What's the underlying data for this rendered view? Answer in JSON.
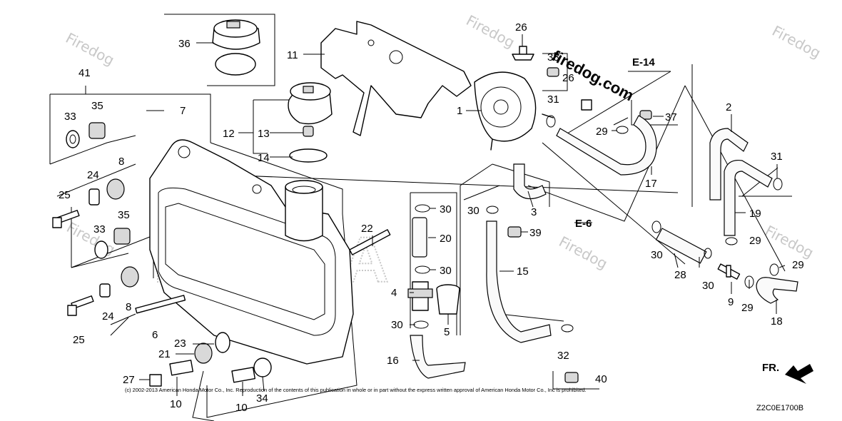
{
  "diagram": {
    "callouts": {
      "c1": "1",
      "c2": "2",
      "c3": "3",
      "c4": "4",
      "c5": "5",
      "c6": "6",
      "c7": "7",
      "c8a": "8",
      "c8b": "8",
      "c9": "9",
      "c10a": "10",
      "c10b": "10",
      "c11": "11",
      "c12": "12",
      "c13": "13",
      "c14": "14",
      "c15": "15",
      "c16": "16",
      "c17": "17",
      "c18": "18",
      "c19": "19",
      "c20": "20",
      "c21": "21",
      "c22": "22",
      "c23": "23",
      "c24a": "24",
      "c24b": "24",
      "c25a": "25",
      "c25b": "25",
      "c26a": "26",
      "c26b": "26",
      "c27": "27",
      "c28": "28",
      "c29a": "29",
      "c29b": "29",
      "c29c": "29",
      "c29d": "29",
      "c30a": "30",
      "c30b": "30",
      "c30c": "30",
      "c30d": "30",
      "c30e": "30",
      "c30f": "30",
      "c31a": "31",
      "c31b": "31",
      "c32": "32",
      "c33a": "33",
      "c33b": "33",
      "c34": "34",
      "c35a": "35",
      "c35b": "35",
      "c36": "36",
      "c37": "37",
      "c38": "38",
      "c39": "39",
      "c40": "40",
      "c41": "41"
    },
    "references": {
      "e14": "E-14",
      "e6": "E-6"
    },
    "front_marker": "FR.",
    "watermark": "Firedog",
    "watermark_bold": "firedog.com",
    "background_logo": "HONDA",
    "copyright": "(c) 2002-2013 American Honda Motor Co., Inc. Reproduction of the contents of this publication in whole or in part without the express written approval of American Honda Motor Co., Inc is prohibited.",
    "diagram_code": "Z2C0E1700B"
  }
}
